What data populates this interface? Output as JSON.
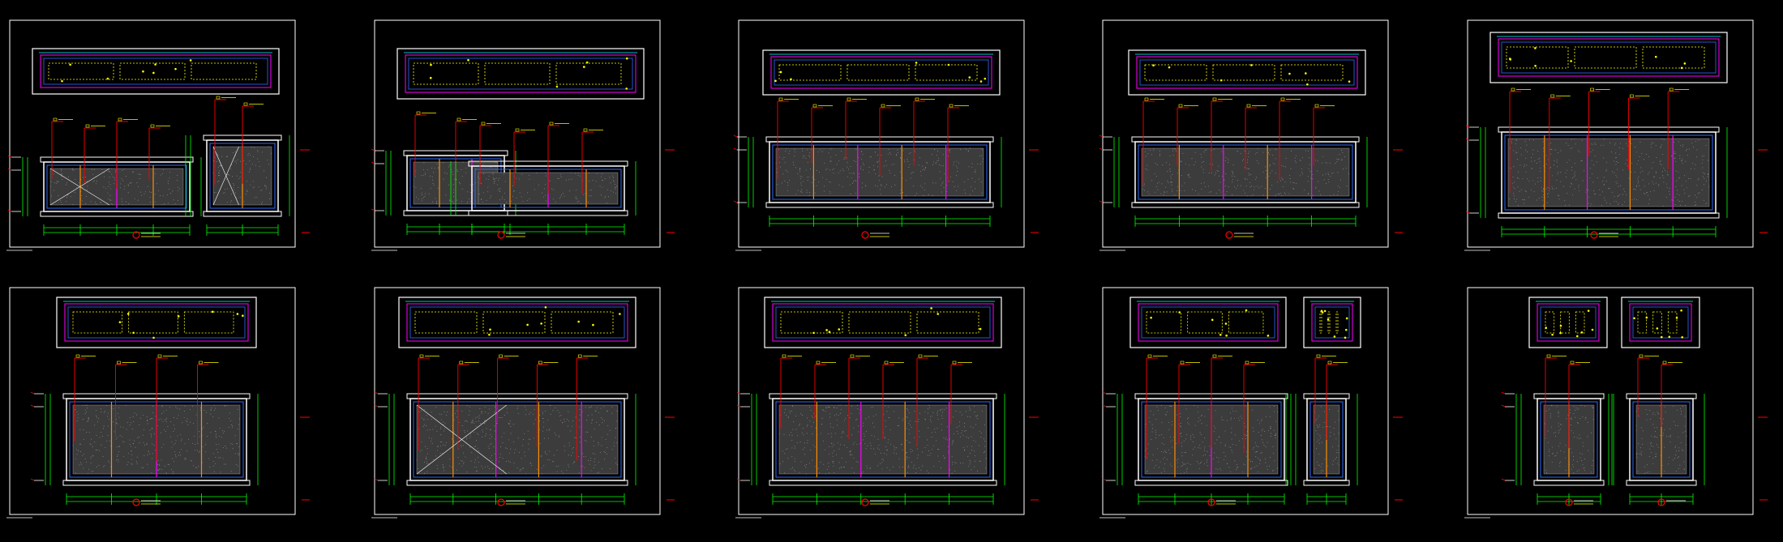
{
  "colors": {
    "background": "#000000",
    "frame": "#ffffff",
    "wall": "#ffffff",
    "dimension": "#00ff00",
    "leader": "#ff0000",
    "accent_magenta": "#ff00ff",
    "accent_blue": "#2f6bff",
    "accent_yellow": "#ffff00",
    "accent_cyan": "#00ffff",
    "accent_orange": "#ff8c00",
    "fill_gray": "#3c3c3c",
    "hatch": "#9a9a9a"
  },
  "sheets": [
    {
      "id": "sheet-1"
    },
    {
      "id": "sheet-2"
    },
    {
      "id": "sheet-3"
    },
    {
      "id": "sheet-4"
    },
    {
      "id": "sheet-5"
    },
    {
      "id": "sheet-6"
    },
    {
      "id": "sheet-7"
    },
    {
      "id": "sheet-8"
    },
    {
      "id": "sheet-9"
    },
    {
      "id": "sheet-10"
    }
  ]
}
